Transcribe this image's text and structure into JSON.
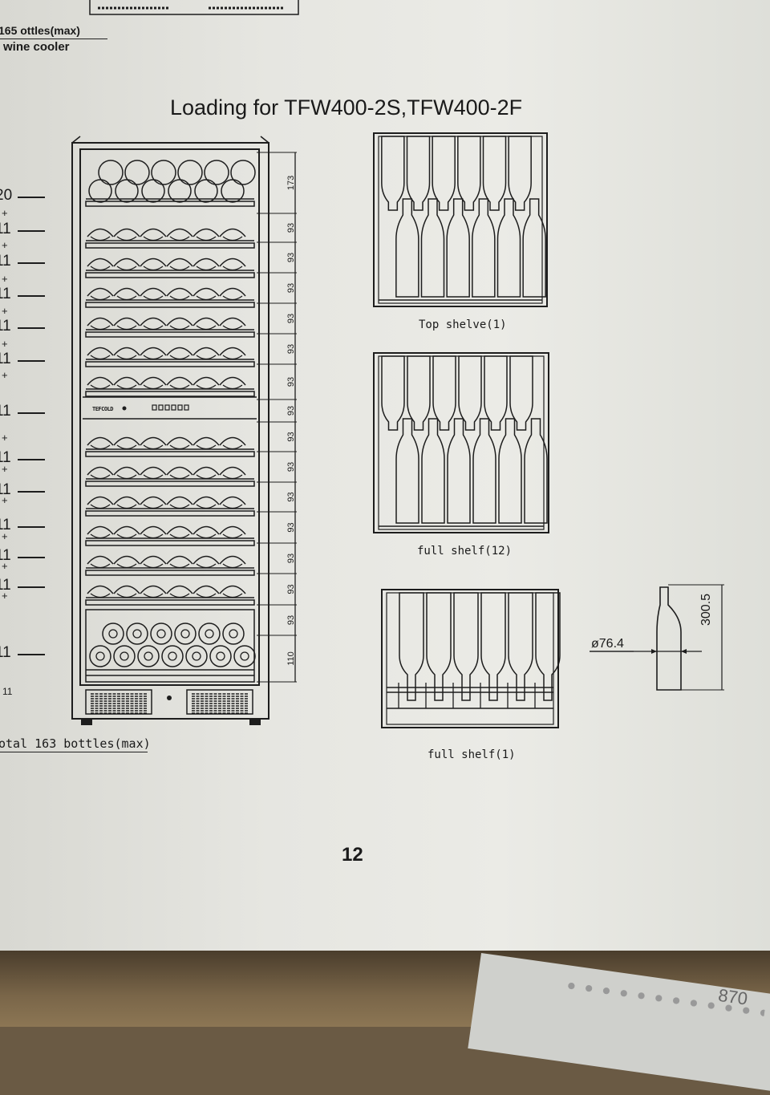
{
  "header_fragment": {
    "line1": "165 ottles(max)",
    "line2": "wine cooler"
  },
  "title": "Loading for TFW400-2S,TFW400-2F",
  "left_counts": [
    "20",
    "+",
    "11",
    "+",
    "11",
    "+",
    "11",
    "+",
    "11",
    "+",
    "11",
    "+",
    "11",
    "+",
    "11",
    "+",
    "11",
    "+",
    "11",
    "+",
    "11",
    "+",
    "11",
    "+",
    "11",
    "11"
  ],
  "dimension_labels": [
    "173",
    "93",
    "93",
    "93",
    "93",
    "93",
    "93",
    "93",
    "93",
    "93",
    "93",
    "93",
    "93",
    "93",
    "93",
    "110"
  ],
  "logo_text": "TEFCOLD",
  "total_label": "otal 163 bottles(max)",
  "shelf_captions": {
    "top": "Top shelve(1)",
    "full12": "full shelf(12)",
    "full1": "full shelf(1)"
  },
  "bottle_dims": {
    "diameter": "ø76.4",
    "height": "300.5"
  },
  "page_number": "12",
  "corner_fragment": "870"
}
